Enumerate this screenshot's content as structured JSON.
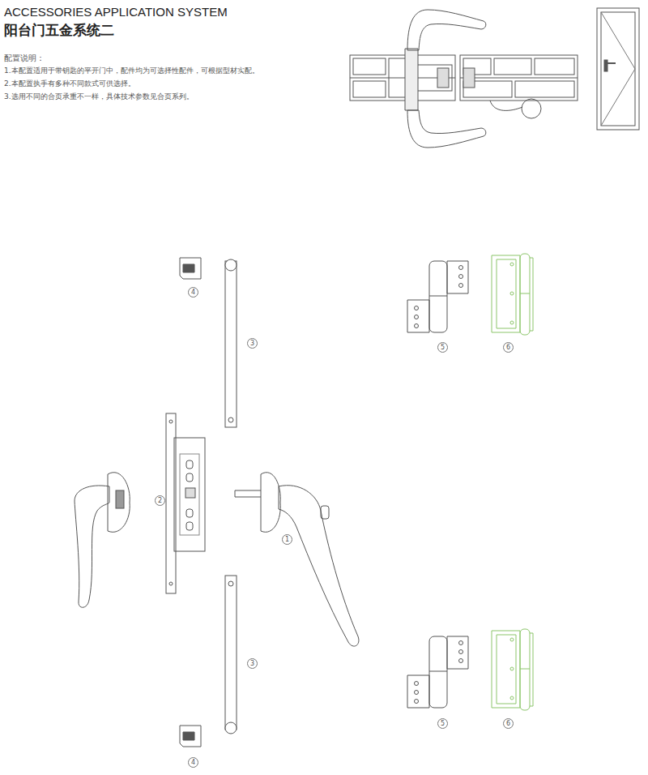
{
  "diagram": {
    "title": "ACCESSORIES APPLICATION SYSTEM",
    "labels": [
      "阳台门五金系统二",
      "配置说明：",
      "1.本配置适用于带钥匙的平开门中，配件均为可选择性配件，可根据型材实配。",
      "2.本配置执手有多种不同款式可供选择。",
      "3.选用不同的合页承重不一样，具体技术参数见合页系列。",
      "4",
      "3",
      "2",
      "1",
      "3",
      "4",
      "5",
      "6",
      "5",
      "6"
    ]
  }
}
